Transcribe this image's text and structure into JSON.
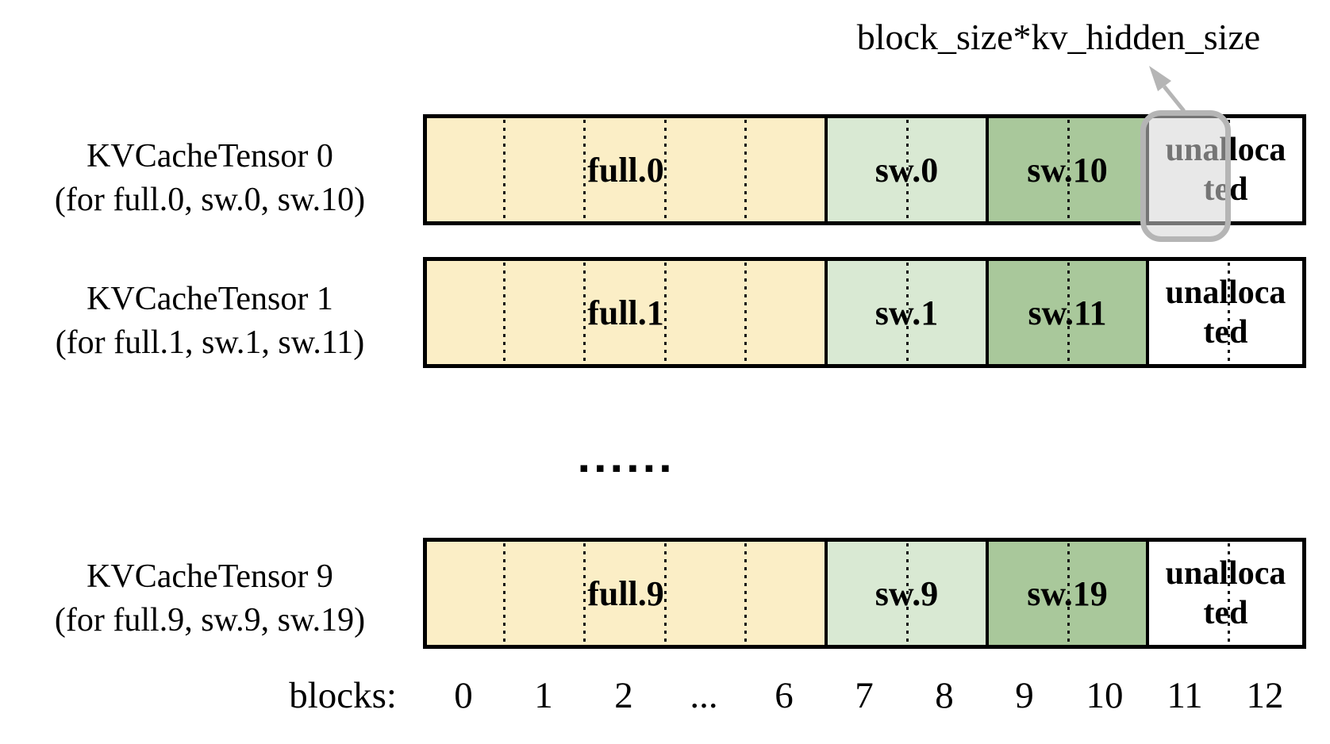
{
  "annotation": {
    "label": "block_size*kv_hidden_size"
  },
  "tensors": [
    {
      "title": "KVCacheTensor 0",
      "subtitle": "(for full.0, sw.0, sw.10)",
      "full_label": "full.0",
      "sw_label": "sw.0",
      "sw2_label": "sw.10",
      "unallocated": [
        "unalloca",
        "ted"
      ]
    },
    {
      "title": "KVCacheTensor 1",
      "subtitle": "(for full.1, sw.1, sw.11)",
      "full_label": "full.1",
      "sw_label": "sw.1",
      "sw2_label": "sw.11",
      "unallocated": [
        "unalloca",
        "ted"
      ]
    },
    {
      "title": "KVCacheTensor 9",
      "subtitle": "(for full.9, sw.9, sw.19)",
      "full_label": "full.9",
      "sw_label": "sw.9",
      "sw2_label": "sw.19",
      "unallocated": [
        "unalloca",
        "ted"
      ]
    }
  ],
  "ellipsis": "▪▪▪▪▪▪",
  "axis": {
    "label": "blocks:",
    "ticks": [
      "0",
      "1",
      "2",
      "...",
      "6",
      "7",
      "8",
      "9",
      "10",
      "11",
      "12"
    ]
  },
  "colors": {
    "full": "#fbeec6",
    "sw": "#d9e9d3",
    "sw2": "#a9c89b",
    "un": "#ffffff",
    "hlb": "#b5b5b5",
    "hlf": "rgba(214,214,214,0.55)",
    "arrow": "#b5b5b5"
  }
}
